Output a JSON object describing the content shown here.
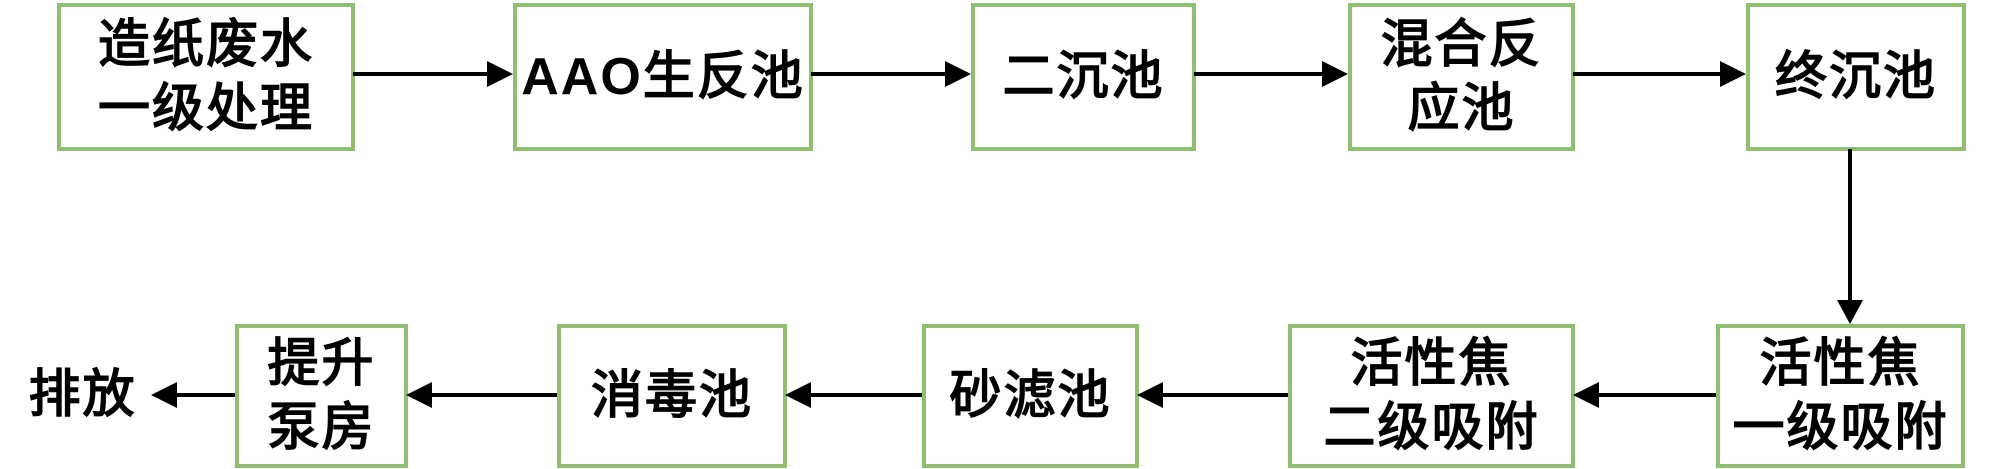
{
  "diagram": {
    "type": "process-flowchart",
    "subject": "papermaking wastewater treatment process flow",
    "colors": {
      "box_border": "#8FBE70",
      "box_fill": "#FFFFFF",
      "arrow": "#000000",
      "text": "#000000"
    },
    "nodes": {
      "pulp_primary": {
        "label": "造纸废水\n一级处理"
      },
      "aao_tank": {
        "label": "AAO生反池"
      },
      "secondary_clarifier": {
        "label": "二沉池"
      },
      "mixing_reaction_tank": {
        "label": "混合反\n应池"
      },
      "final_clarifier": {
        "label": "终沉池"
      },
      "coke_primary_adsorption": {
        "label": "活性焦\n一级吸附"
      },
      "coke_secondary_adsorption": {
        "label": "活性焦\n二级吸附"
      },
      "sand_filter": {
        "label": "砂滤池"
      },
      "disinfection_tank": {
        "label": "消毒池"
      },
      "lift_pump_house": {
        "label": "提升\n泵房"
      },
      "discharge": {
        "label": "排放"
      }
    },
    "edges": [
      {
        "from": "pulp_primary",
        "to": "aao_tank",
        "direction": "right"
      },
      {
        "from": "aao_tank",
        "to": "secondary_clarifier",
        "direction": "right"
      },
      {
        "from": "secondary_clarifier",
        "to": "mixing_reaction_tank",
        "direction": "right"
      },
      {
        "from": "mixing_reaction_tank",
        "to": "final_clarifier",
        "direction": "right"
      },
      {
        "from": "final_clarifier",
        "to": "coke_primary_adsorption",
        "direction": "down"
      },
      {
        "from": "coke_primary_adsorption",
        "to": "coke_secondary_adsorption",
        "direction": "left"
      },
      {
        "from": "coke_secondary_adsorption",
        "to": "sand_filter",
        "direction": "left"
      },
      {
        "from": "sand_filter",
        "to": "disinfection_tank",
        "direction": "left"
      },
      {
        "from": "disinfection_tank",
        "to": "lift_pump_house",
        "direction": "left"
      },
      {
        "from": "lift_pump_house",
        "to": "discharge",
        "direction": "left"
      }
    ]
  }
}
